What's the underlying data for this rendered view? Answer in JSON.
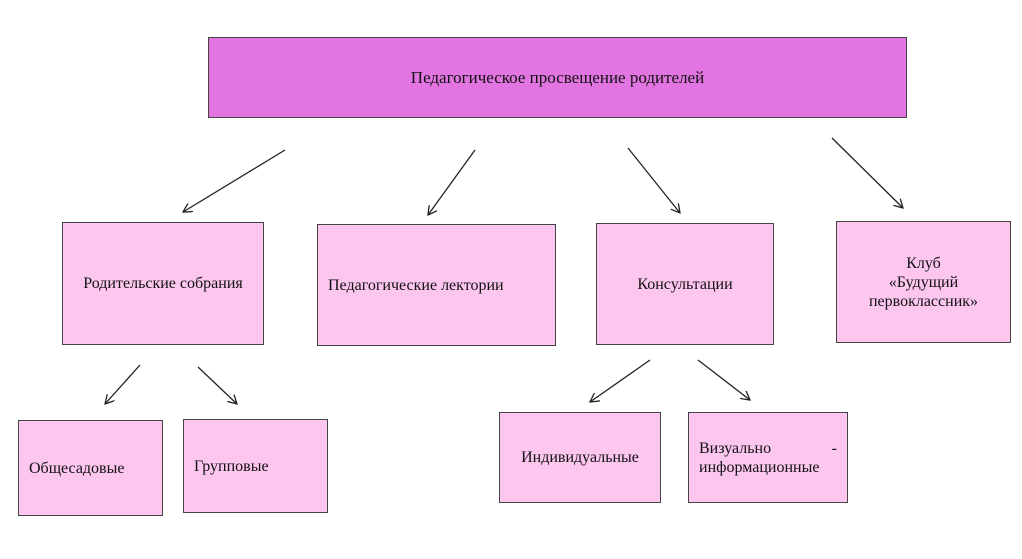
{
  "root": {
    "label": "Педагогическое просвещение родителей"
  },
  "forms": [
    {
      "label": "Родительские собрания"
    },
    {
      "label": "Педагогические лектории"
    },
    {
      "label": "Консультации"
    },
    {
      "lines": [
        "Клуб",
        "«Будущий",
        "первоклассник»"
      ]
    }
  ],
  "meetings": [
    {
      "label": "Общесадовые"
    },
    {
      "label": "Групповые"
    }
  ],
  "consultations": [
    {
      "label": "Индивидуальные"
    },
    {
      "line1": "Визуально",
      "dash": "-",
      "line2": "информационные"
    }
  ],
  "colors": {
    "root": "#e375e3",
    "node": "#fcc6ef",
    "border": "#444444"
  }
}
